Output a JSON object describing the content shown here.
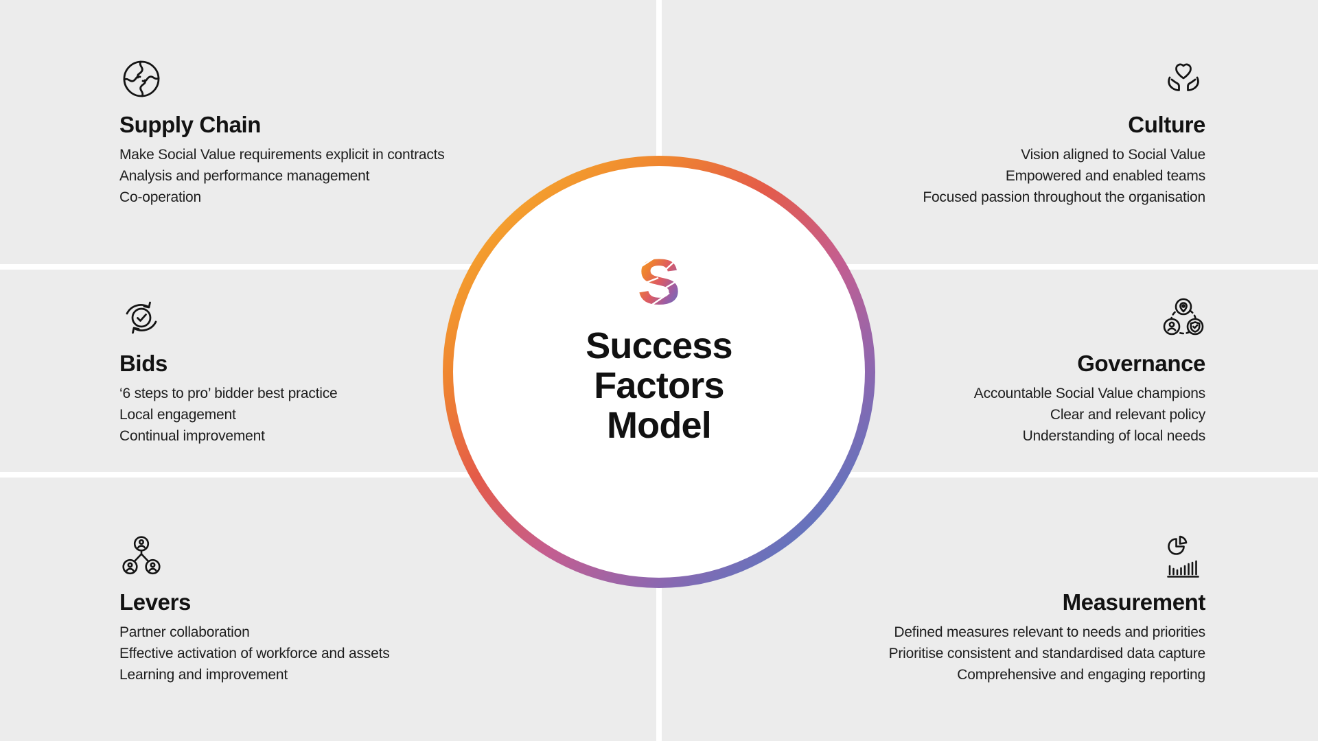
{
  "center": {
    "logo_letter": "S",
    "title_lines": [
      "Success",
      "Factors",
      "Model"
    ]
  },
  "sections": [
    {
      "title": "Supply Chain",
      "icon": "globe-puzzle-icon",
      "items": [
        "Make Social Value requirements explicit in contracts",
        "Analysis and performance management",
        "Co-operation"
      ]
    },
    {
      "title": "Culture",
      "icon": "hands-heart-icon",
      "items": [
        "Vision aligned to Social Value",
        "Empowered and enabled teams",
        "Focused passion throughout the organisation"
      ]
    },
    {
      "title": "Bids",
      "icon": "cycle-check-icon",
      "items": [
        "‘6 steps to pro’ bidder best practice",
        "Local engagement",
        "Continual improvement"
      ]
    },
    {
      "title": "Governance",
      "icon": "network-badges-icon",
      "items": [
        "Accountable Social Value champions",
        "Clear and relevant policy",
        "Understanding of local needs"
      ]
    },
    {
      "title": "Levers",
      "icon": "people-tree-icon",
      "items": [
        "Partner collaboration",
        "Effective activation of workforce and assets",
        "Learning and improvement"
      ]
    },
    {
      "title": "Measurement",
      "icon": "pie-bar-chart-icon",
      "items": [
        "Defined measures relevant to needs and priorities",
        "Prioritise consistent and standardised data capture",
        "Comprehensive and engaging reporting"
      ]
    }
  ],
  "colors": {
    "background": "#ECECEC",
    "divider": "#FFFFFF",
    "text": "#1A1A1A",
    "ring_gradient": [
      "#F8B52B",
      "#EF8630",
      "#E45B49",
      "#C45E90",
      "#8E67AF",
      "#4B7EC8"
    ]
  }
}
